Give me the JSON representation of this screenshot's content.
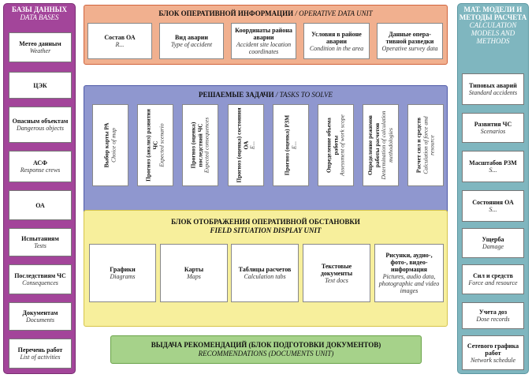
{
  "left_column": {
    "title": "БАЗЫ ДАННЫХ",
    "title_en": "DATA BASES",
    "items": [
      {
        "ru": "Метео данным",
        "en": "Weather"
      },
      {
        "ru": "ЦЭК",
        "en": ""
      },
      {
        "ru": "Опасным объектам",
        "en": "Dangerous objects"
      },
      {
        "ru": "АСФ",
        "en": "Response crews"
      },
      {
        "ru": "ОА",
        "en": ""
      },
      {
        "ru": "Испытаниям",
        "en": "Tests"
      },
      {
        "ru": "Последствиям ЧС",
        "en": "Consequences"
      },
      {
        "ru": "Документам",
        "en": "Documents"
      },
      {
        "ru": "Перечень работ",
        "en": "List of activities"
      }
    ]
  },
  "right_column": {
    "title": "МАТ. МОДЕЛИ И МЕТОДЫ РАСЧЕТА",
    "title_en": "CALCULATION MODELS AND METHODS",
    "items": [
      {
        "ru": "Типовых аварий",
        "en": "Standard accidents"
      },
      {
        "ru": "Развития ЧС",
        "en": "Scenarios"
      },
      {
        "ru": "Масштабов РЗМ",
        "en": "S..."
      },
      {
        "ru": "Состояния ОА",
        "en": "S..."
      },
      {
        "ru": "Ущерба",
        "en": "Damage"
      },
      {
        "ru": "Сил и средств",
        "en": "Force and resource"
      },
      {
        "ru": "Учета доз",
        "en": "Dose records"
      },
      {
        "ru": "Сетевого графика работ",
        "en": "Network schedule"
      }
    ]
  },
  "operative": {
    "title": "БЛОК ОПЕРАТИВНОЙ ИНФОРМАЦИИ",
    "title_en": "/ OPERATIVE DATA UNIT",
    "cards": [
      {
        "ru": "Состав ОА",
        "en": "R..."
      },
      {
        "ru": "Вид аварии",
        "en": "Type of accident"
      },
      {
        "ru": "Координаты района аварии",
        "en": "Accident site location coordinates"
      },
      {
        "ru": "Условия в районе аварии",
        "en": "Condition in the area"
      },
      {
        "ru": "Данные опера-тивной разведки",
        "en": "Operative survey data"
      }
    ]
  },
  "tasks": {
    "title": "РЕШАЕМЫЕ ЗАДАЧИ",
    "title_en": "/ TASKS TO SOLVE",
    "cards": [
      {
        "ru": "Выбор карты РА",
        "en": "Choice of map"
      },
      {
        "ru": "Прогноз (анализ) развития ЧС",
        "en": "Expected scenario"
      },
      {
        "ru": "Прогноз (оценка) последствий ЧС",
        "en": "Expected consequences"
      },
      {
        "ru": "Прогноз (оценка) состояния ОА",
        "en": "E..."
      },
      {
        "ru": "Прогноз (оценка) РЗМ",
        "en": "E..."
      },
      {
        "ru": "Определение объема работы",
        "en": "Assessment of work scope"
      },
      {
        "ru": "Определение режимов работы расчетов",
        "en": "Determination of calculation methodologies"
      },
      {
        "ru": "Расчет сил и средств",
        "en": "Calculation of force and resource"
      }
    ]
  },
  "field": {
    "title": "БЛОК ОТОБРАЖЕНИЯ ОПЕРАТИВНОЙ ОБСТАНОВКИ",
    "title_en": "FIELD SITUATION DISPLAY UNIT",
    "cards": [
      {
        "ru": "Графики",
        "en": "Diagrams"
      },
      {
        "ru": "Карты",
        "en": "Maps"
      },
      {
        "ru": "Таблицы расчетов",
        "en": "Calculation tabs"
      },
      {
        "ru": "Текстовые документы",
        "en": "Text docs"
      },
      {
        "ru": "Рисунки, аудио-, фото-, видео-информация",
        "en": "Pictures, audio data, photographic and video images"
      }
    ]
  },
  "recommendations": {
    "title": "ВЫДАЧА РЕКОМЕНДАЦИЙ (БЛОК ПОДГОТОВКИ ДОКУМЕНТОВ)",
    "title_en": "RECOMMENDATIONS (DOCUMENTS UNIT)"
  }
}
